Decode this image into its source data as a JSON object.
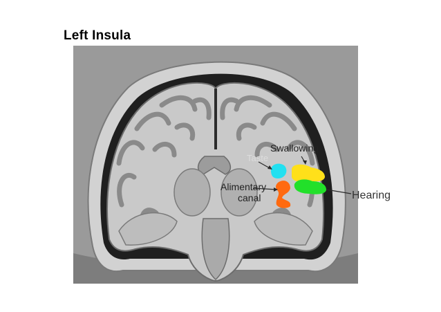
{
  "slide": {
    "title": "Left Insula"
  },
  "labels": {
    "swallowing": "Swallowing",
    "taste": "Taste",
    "alimentary_line1": "Alimentary",
    "alimentary_line2": "canal",
    "hearing": "Hearing"
  },
  "colors": {
    "background_panel": "#9a9a9a",
    "skull": "#cfcfcf",
    "csf": "#222222",
    "white_matter": "#c8c8c8",
    "gray_matter": "#8e8e8e",
    "taste_region": "#22e0f0",
    "swallowing_region": "#ffe01a",
    "hearing_region": "#22e02a",
    "alimentary_region": "#ff6a10"
  }
}
